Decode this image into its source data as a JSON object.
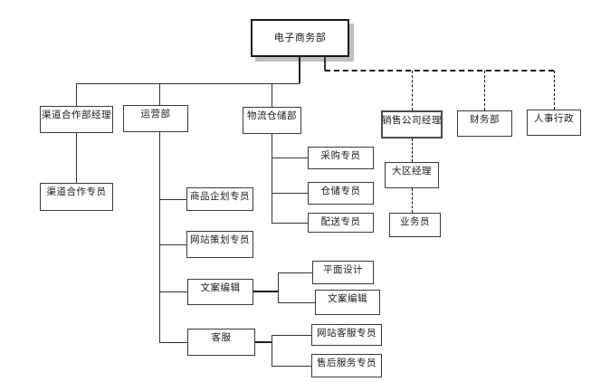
{
  "diagram": {
    "type": "org-chart",
    "root_department": "电子商务部",
    "nodes": {
      "ecommerce": {
        "label": "电子商务部"
      },
      "channel_mgr": {
        "label": "渠道合作部经理"
      },
      "operations": {
        "label": "运营部"
      },
      "logistics": {
        "label": "物流仓储部"
      },
      "sales_mgr": {
        "label": "销售公司经理"
      },
      "finance": {
        "label": "财务部"
      },
      "hr": {
        "label": "人事行政"
      },
      "channel_spec": {
        "label": "渠道合作专员"
      },
      "product_planning": {
        "label": "商品企划专员"
      },
      "website_planning": {
        "label": "网站策划专员"
      },
      "copywriting": {
        "label": "文案编辑"
      },
      "customer_service": {
        "label": "客服"
      },
      "purchasing": {
        "label": "采购专员"
      },
      "warehousing": {
        "label": "仓储专员"
      },
      "delivery": {
        "label": "配送专员"
      },
      "graphic_design": {
        "label": "平面设计"
      },
      "copywriting2": {
        "label": "文案编辑"
      },
      "website_cs": {
        "label": "网站客服专员"
      },
      "after_sales": {
        "label": "售后服务专员"
      },
      "regional_mgr": {
        "label": "大区经理"
      },
      "salesperson": {
        "label": "业务员"
      }
    },
    "edges": [
      {
        "from": "ecommerce",
        "to": "channel_mgr",
        "style": "solid"
      },
      {
        "from": "ecommerce",
        "to": "operations",
        "style": "solid"
      },
      {
        "from": "ecommerce",
        "to": "logistics",
        "style": "solid"
      },
      {
        "from": "ecommerce",
        "to": "sales_mgr",
        "style": "dashed"
      },
      {
        "from": "ecommerce",
        "to": "finance",
        "style": "dashed"
      },
      {
        "from": "ecommerce",
        "to": "hr",
        "style": "dashed"
      },
      {
        "from": "channel_mgr",
        "to": "channel_spec",
        "style": "solid"
      },
      {
        "from": "operations",
        "to": "product_planning",
        "style": "solid"
      },
      {
        "from": "operations",
        "to": "website_planning",
        "style": "solid"
      },
      {
        "from": "operations",
        "to": "copywriting",
        "style": "solid"
      },
      {
        "from": "operations",
        "to": "customer_service",
        "style": "solid"
      },
      {
        "from": "logistics",
        "to": "purchasing",
        "style": "solid"
      },
      {
        "from": "logistics",
        "to": "warehousing",
        "style": "solid"
      },
      {
        "from": "logistics",
        "to": "delivery",
        "style": "solid"
      },
      {
        "from": "copywriting",
        "to": "graphic_design",
        "style": "solid"
      },
      {
        "from": "copywriting",
        "to": "copywriting2",
        "style": "solid"
      },
      {
        "from": "customer_service",
        "to": "website_cs",
        "style": "solid"
      },
      {
        "from": "customer_service",
        "to": "after_sales",
        "style": "solid"
      },
      {
        "from": "sales_mgr",
        "to": "regional_mgr",
        "style": "dashed"
      },
      {
        "from": "regional_mgr",
        "to": "salesperson",
        "style": "dashed"
      }
    ],
    "colors": {
      "background": "#ffffff",
      "box_fill": "#ffffff",
      "box_border": "#3a3a3a",
      "root_border": "#1a1a1a",
      "root_shadow": "#bfbfbf",
      "line": "#333333",
      "dashed_line": "#111111",
      "text": "#1a1a1a"
    }
  }
}
